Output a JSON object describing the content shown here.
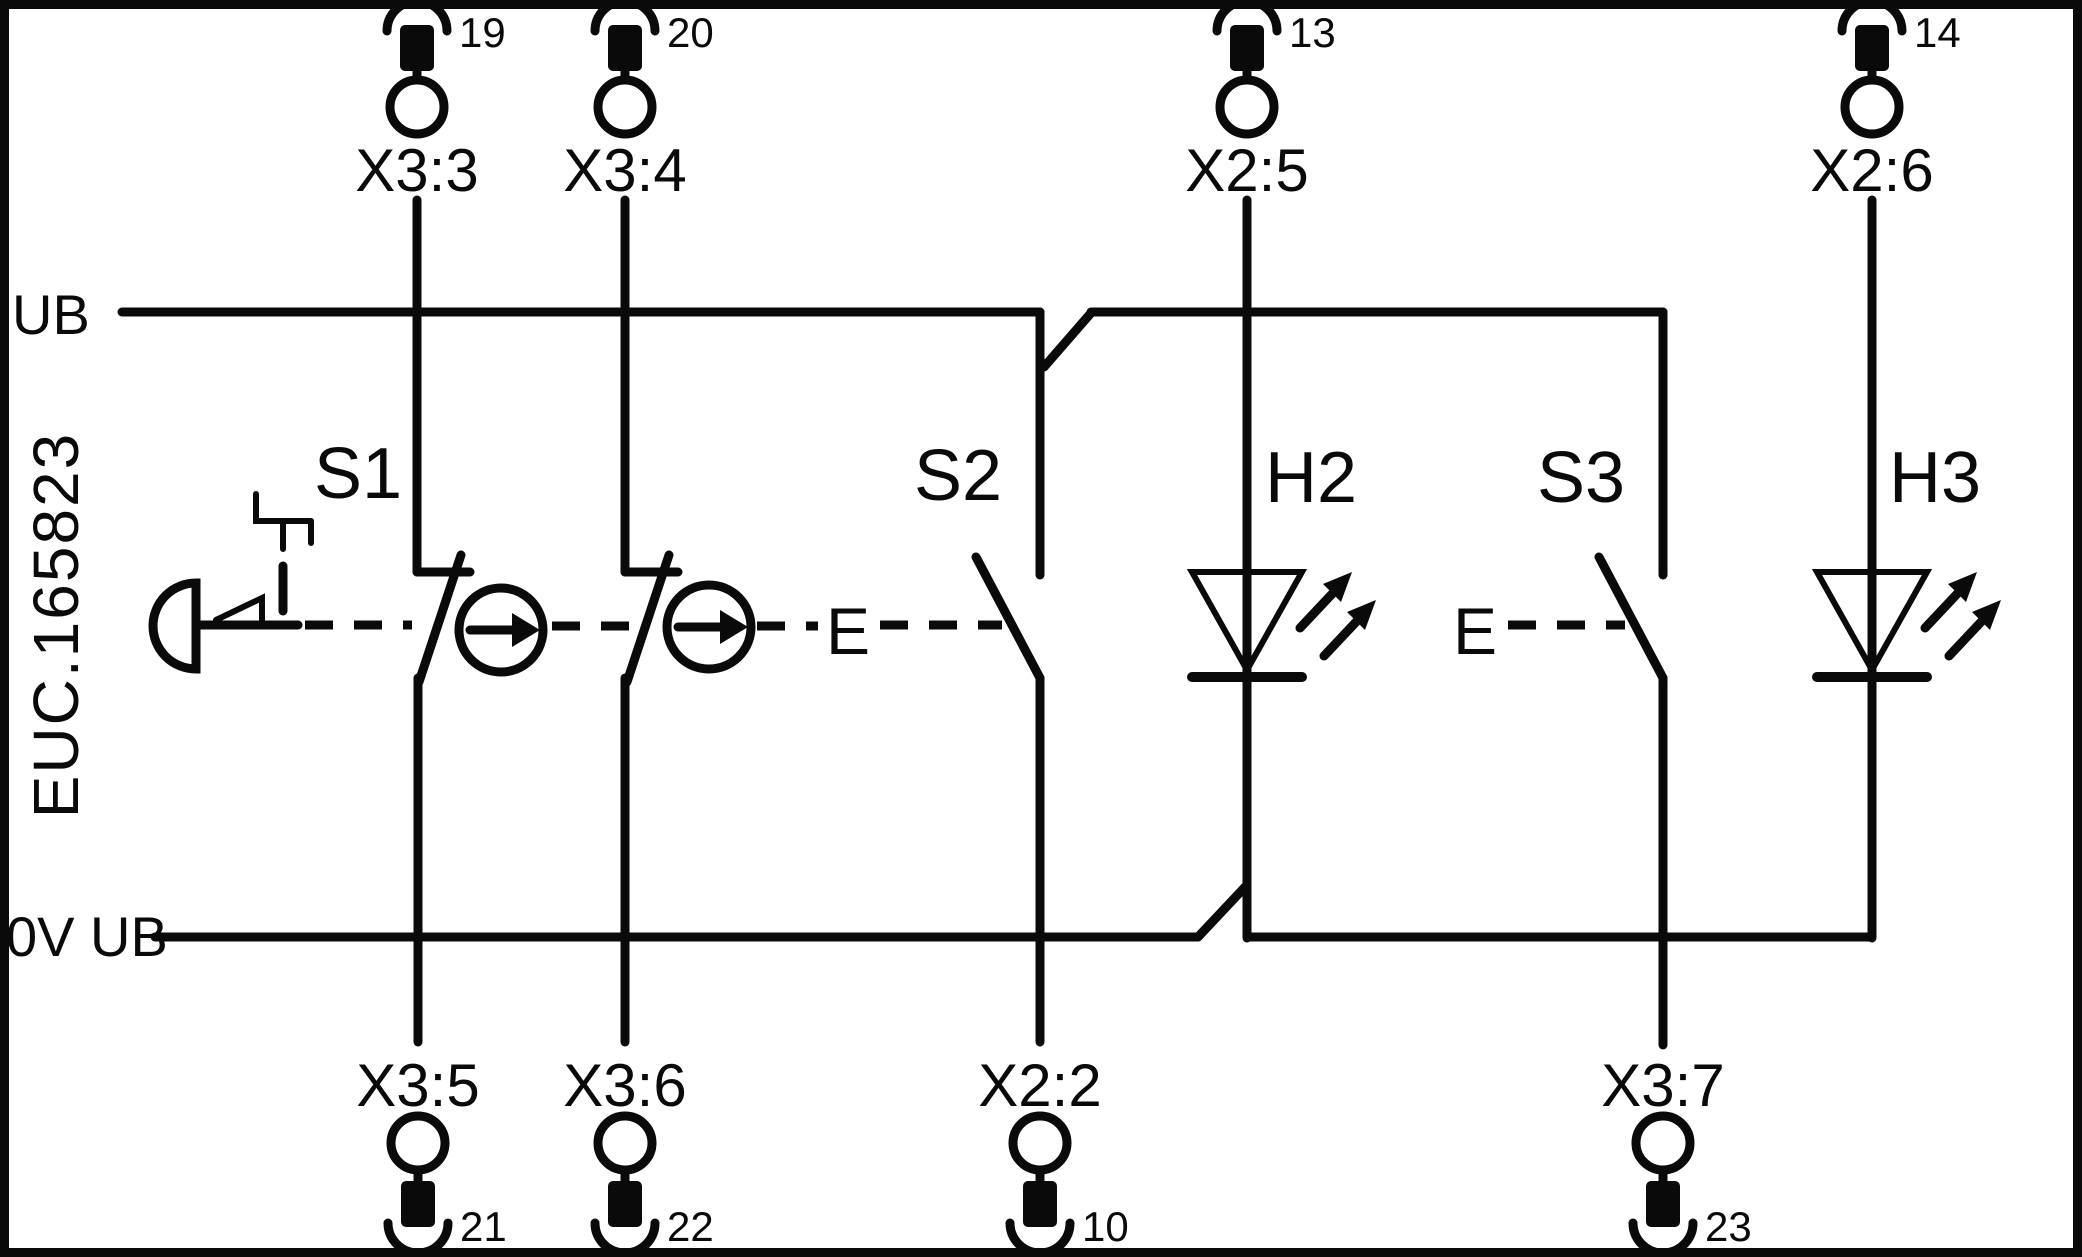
{
  "diagram": {
    "device_id": "EUC.165823",
    "rails": {
      "top_label": "UB",
      "bottom_label": "0V UB"
    },
    "terminals": {
      "top": [
        {
          "id": "X3:3",
          "pin": "19"
        },
        {
          "id": "X3:4",
          "pin": "20"
        },
        {
          "id": "X2:5",
          "pin": "13"
        },
        {
          "id": "X2:6",
          "pin": "14"
        }
      ],
      "bottom": [
        {
          "id": "X3:5",
          "pin": "21"
        },
        {
          "id": "X3:6",
          "pin": "22"
        },
        {
          "id": "X2:2",
          "pin": "10"
        },
        {
          "id": "X3:7",
          "pin": "23"
        }
      ]
    },
    "components": {
      "s1": {
        "ref": "S1"
      },
      "s2": {
        "ref": "S2",
        "actuation": "E"
      },
      "s3": {
        "ref": "S3",
        "actuation": "E"
      },
      "h2": {
        "ref": "H2"
      },
      "h3": {
        "ref": "H3"
      }
    },
    "colors": {
      "line": "#0a0a0a",
      "background": "#ffffff"
    }
  }
}
